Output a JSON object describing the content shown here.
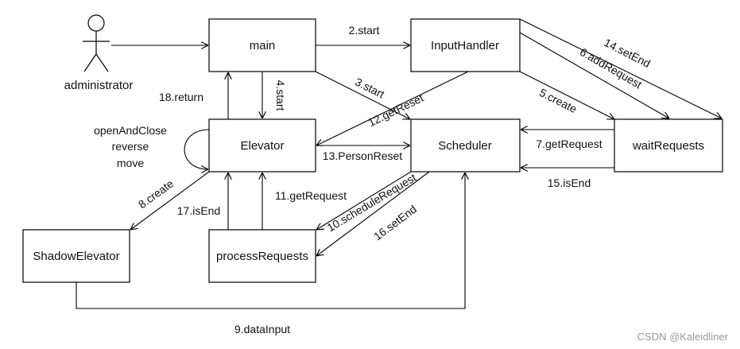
{
  "colors": {
    "line": "#000000",
    "box_fill": "#ffffff",
    "text": "#111111",
    "watermark": "#9a9a9a"
  },
  "actor": {
    "label": "administrator"
  },
  "nodes": {
    "main": "main",
    "input_handler": "InputHandler",
    "elevator": "Elevator",
    "scheduler": "Scheduler",
    "wait_requests": "waitRequests",
    "shadow_elevator": "ShadowElevator",
    "process_requests": "processRequests"
  },
  "edges": {
    "e2": "2.start",
    "e3": "3.start",
    "e4": "4.start",
    "e5": "5.create",
    "e6": "6.addRequest",
    "e7": "7.getRequest",
    "e8": "8.create",
    "e9": "9.dataInput",
    "e10": "10.scheduleRequest",
    "e11": "11.getRequest",
    "e12": "12.getReset",
    "e13": "13.PersonReset",
    "e14": "14.setEnd",
    "e15": "15.isEnd",
    "e16": "16.setEnd",
    "e17": "17.isEnd",
    "e18": "18.return"
  },
  "self_loop_labels": [
    "openAndClose",
    "reverse",
    "move"
  ],
  "watermark": "CSDN @Kaleidliner"
}
